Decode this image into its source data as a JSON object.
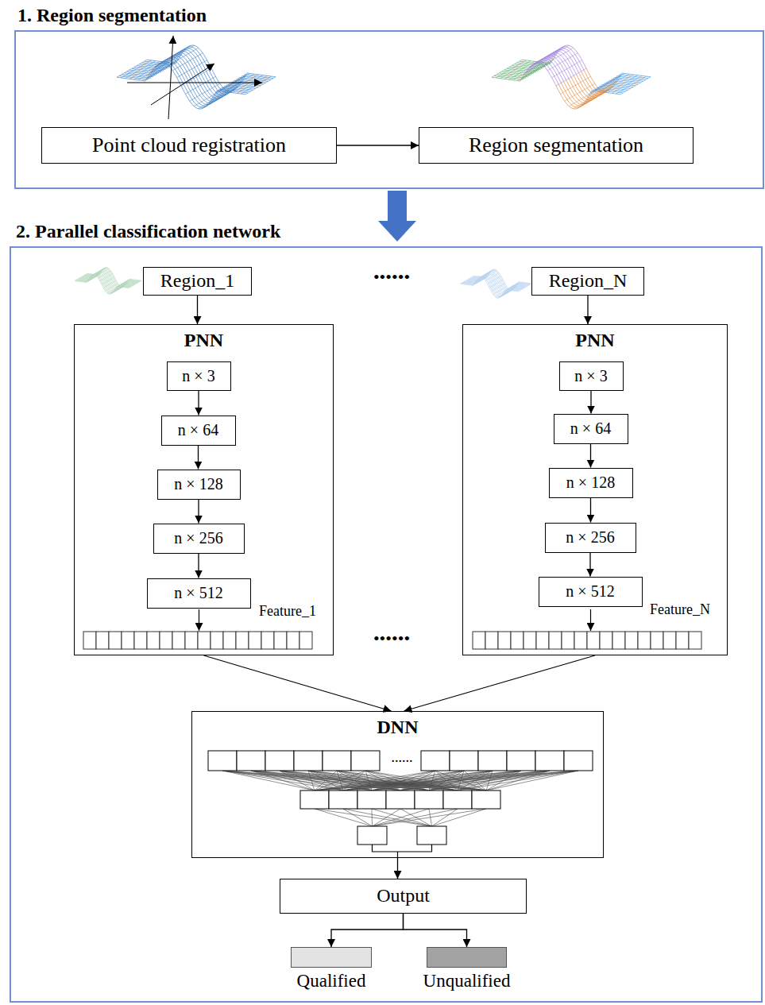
{
  "diagram": {
    "nodes": [
      {
        "text": [
          "1. Region segmentation"
        ]
      },
      {
        "text": [
          "Point cloud registration"
        ],
        "in": 0
      },
      {
        "text": [
          "Region segmentation"
        ],
        "in": 0
      },
      {
        "text": [
          "2. Parallel classification network"
        ]
      },
      {
        "text": [
          "Region_1"
        ],
        "in": 3
      },
      {
        "text": [
          "PNN"
        ],
        "in": 3
      },
      {
        "text": [
          "n × 3"
        ],
        "in": 5
      },
      {
        "text": [
          "n × 64"
        ],
        "in": 5
      },
      {
        "text": [
          "n × 128"
        ],
        "in": 5
      },
      {
        "text": [
          "n × 256"
        ],
        "in": 5
      },
      {
        "text": [
          "n × 512"
        ],
        "in": 5
      },
      {
        "text": [
          "Region_N"
        ],
        "in": 3
      },
      {
        "text": [
          "PNN"
        ],
        "in": 3
      },
      {
        "text": [
          "n × 3"
        ],
        "in": 12
      },
      {
        "text": [
          "n × 64"
        ],
        "in": 12
      },
      {
        "text": [
          "n × 128"
        ],
        "in": 12
      },
      {
        "text": [
          "n × 256"
        ],
        "in": 12
      },
      {
        "text": [
          "n × 512"
        ],
        "in": 12
      },
      {
        "text": [
          "DNN"
        ],
        "in": 3
      },
      {
        "text": [
          "Output"
        ],
        "in": 3
      },
      {
        "text": [
          "Qualified"
        ],
        "in": 3
      },
      {
        "text": [
          "Unqualified"
        ],
        "in": 3
      }
    ],
    "edges": [
      {
        "from": 0,
        "to": 3,
        "arrow": "to"
      },
      {
        "from": 1,
        "to": 2,
        "arrow": "to"
      },
      {
        "from": 4,
        "to": 5,
        "arrow": "to"
      },
      {
        "from": 6,
        "to": 7,
        "arrow": "to"
      },
      {
        "from": 7,
        "to": 8,
        "arrow": "to"
      },
      {
        "from": 8,
        "to": 9,
        "arrow": "to"
      },
      {
        "from": 9,
        "to": 10,
        "arrow": "to"
      },
      {
        "from": 11,
        "to": 12,
        "arrow": "to"
      },
      {
        "from": 13,
        "to": 14,
        "arrow": "to"
      },
      {
        "from": 14,
        "to": 15,
        "arrow": "to"
      },
      {
        "from": 15,
        "to": 16,
        "arrow": "to"
      },
      {
        "from": 16,
        "to": 17,
        "arrow": "to"
      },
      {
        "from": 5,
        "to": 18,
        "arrow": "to"
      },
      {
        "from": 12,
        "to": 18,
        "arrow": "to"
      },
      {
        "from": 18,
        "to": 19,
        "arrow": "to"
      },
      {
        "from": 19,
        "to": 20,
        "arrow": "to"
      },
      {
        "from": 19,
        "to": 21,
        "arrow": "to"
      }
    ],
    "labels": [
      "••••••",
      "Feature_1",
      "Feature_N",
      "••••••",
      "......"
    ]
  }
}
